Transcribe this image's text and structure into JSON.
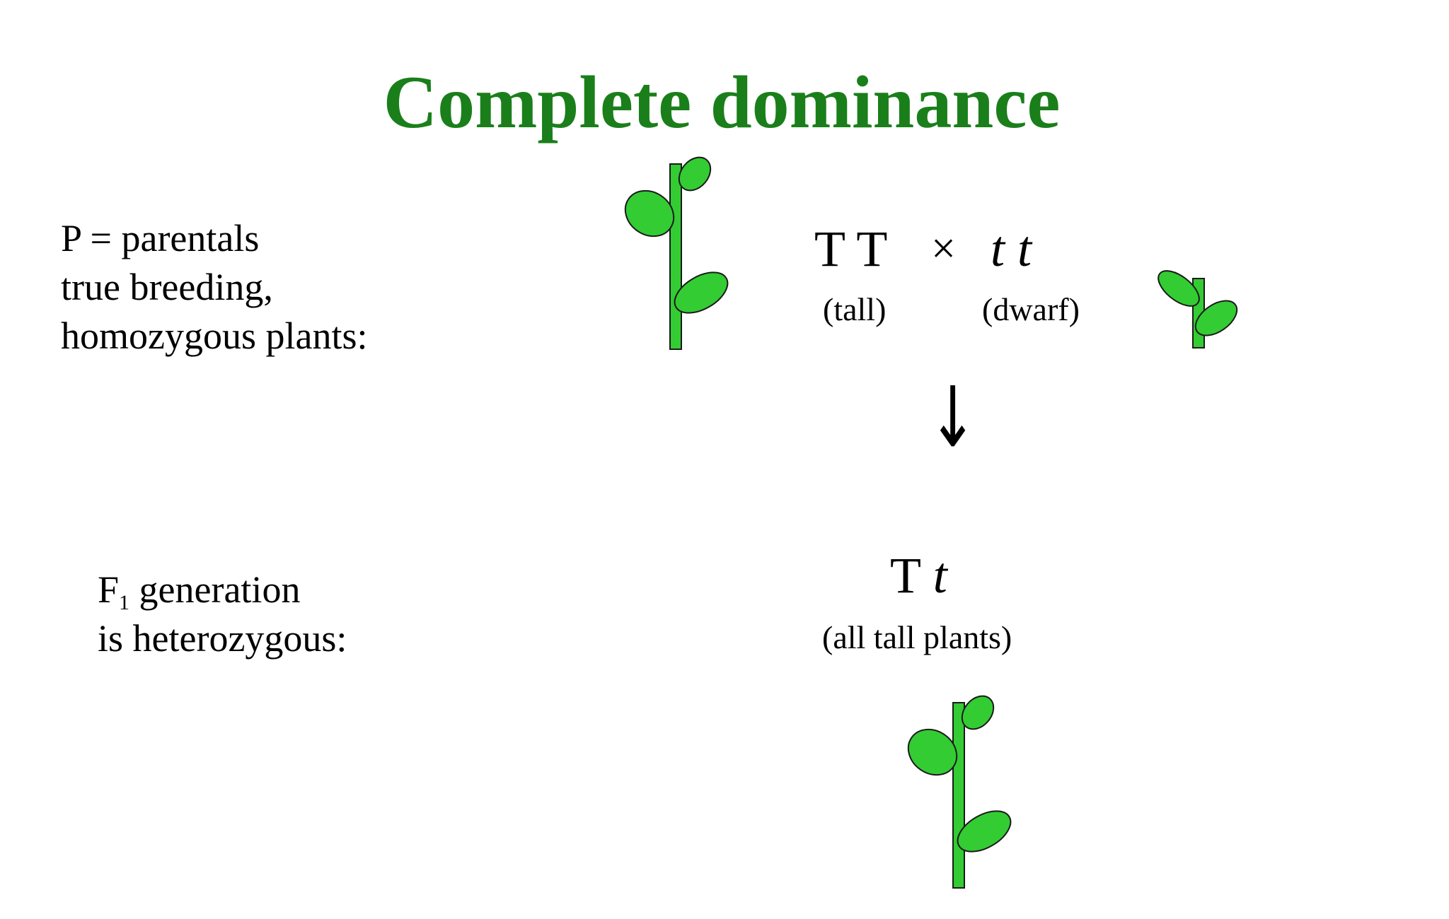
{
  "title": "Complete dominance",
  "colors": {
    "title": "#1a7f1a",
    "plant_fill": "#33cc33",
    "plant_stroke": "#1a1a1a",
    "text": "#000000"
  },
  "parental": {
    "line1": "P = parentals",
    "line2": "true breeding,",
    "line3": "homozygous plants:"
  },
  "f1": {
    "letter": "F",
    "subscript": "1",
    "line1_rest": " generation",
    "line2": "is heterozygous:"
  },
  "cross": {
    "genotype1": "T T",
    "cross_symbol": "×",
    "genotype2": "t t",
    "label1": "(tall)",
    "label2": "(dwarf)",
    "arrow": "↓"
  },
  "offspring": {
    "genotype_upper": "T",
    "genotype_lower": "t",
    "label": "(all tall plants)"
  },
  "icons": {
    "tall_parent": "tall-plant-icon",
    "dwarf_parent": "dwarf-plant-icon",
    "offspring": "tall-plant-icon"
  }
}
